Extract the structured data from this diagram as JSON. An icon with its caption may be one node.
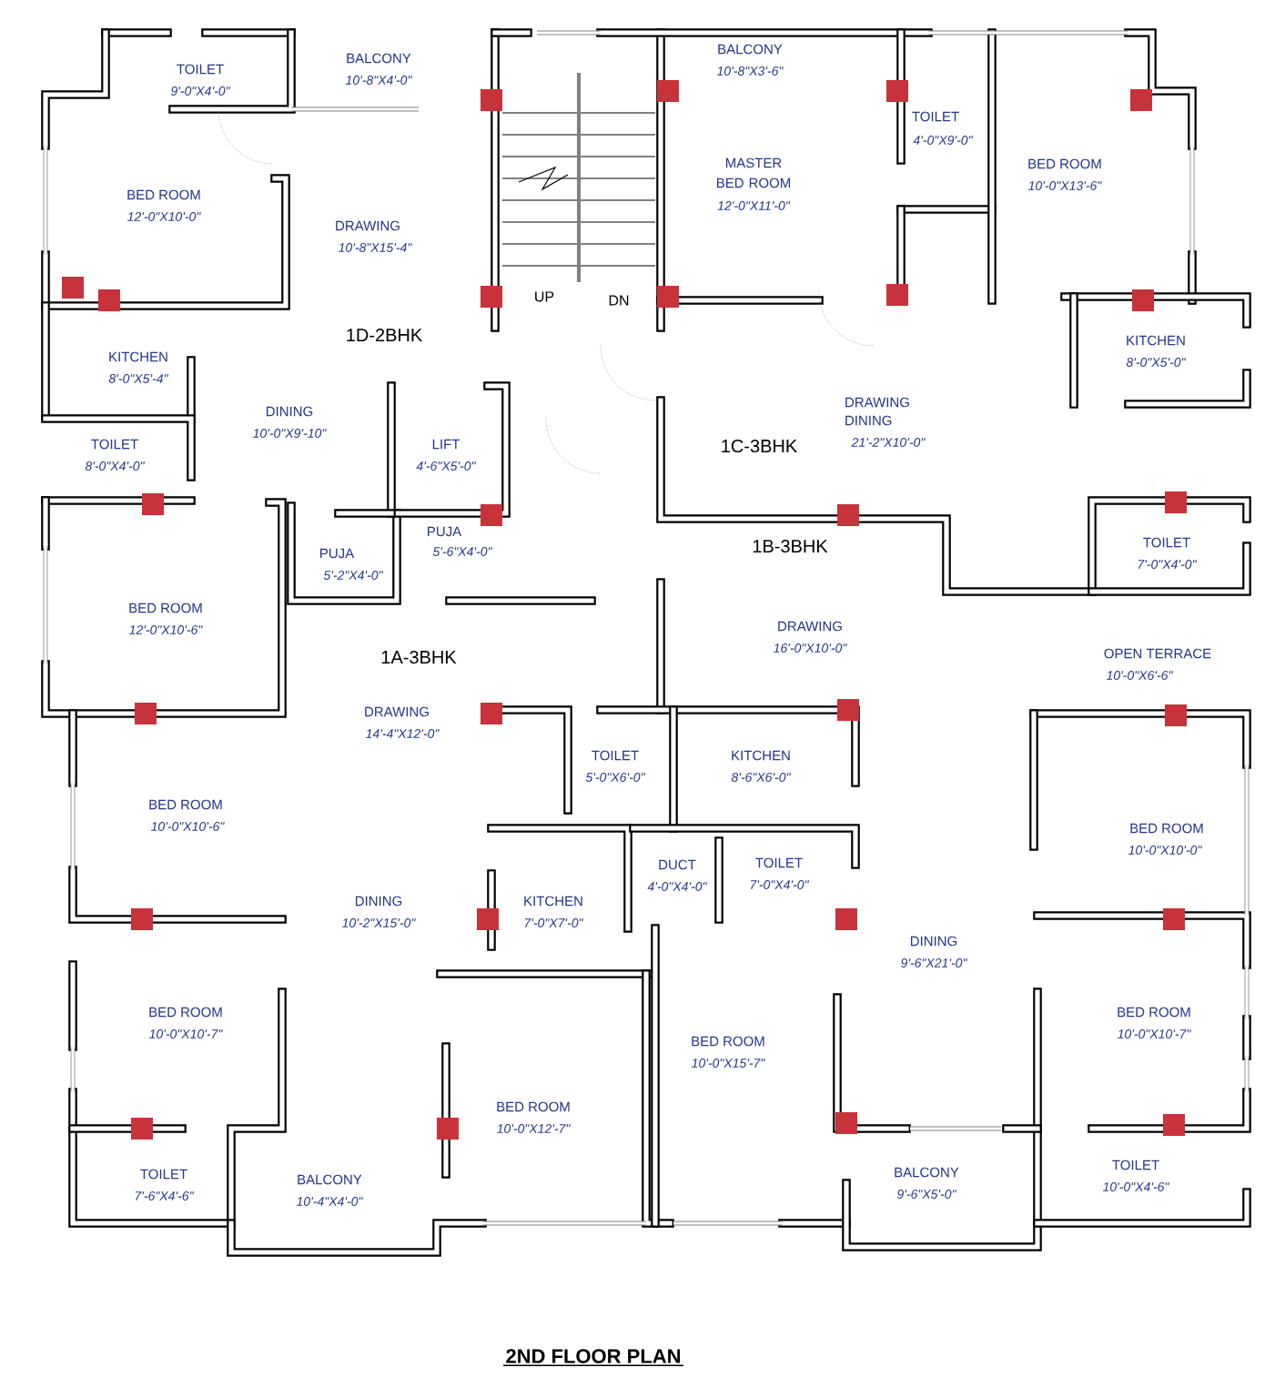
{
  "diagram": {
    "caption": "2ND FLOOR PLAN",
    "labels": [
      "TOILET",
      "9'-0\"X4'-0\"",
      "BALCONY",
      "10'-8\"X4'-0\"",
      "BALCONY",
      "10'-8\"X3'-6\"",
      "TOILET",
      "4'-0\"X9'-0\"",
      "BED ROOM",
      "10'-0\"X13'-6\"",
      "BED ROOM",
      "12'-0\"X10'-0\"",
      "MASTER BED ROOM",
      "12'-0\"X11'-0\"",
      "DRAWING",
      "10'-8\"X15'-4\"",
      "UP",
      "DN",
      "1D-2BHK",
      "KITCHEN",
      "8'-0\"X5'-0\"",
      "KITCHEN",
      "8'-0\"X5'-4\"",
      "DRAWING DINING",
      "21'-2\"X10'-0\"",
      "DINING",
      "10'-0\"X9'-10\"",
      "LIFT",
      "4'-6\"X5'-0\"",
      "TOILET",
      "8'-0\"X4'-0\"",
      "1C-3BHK",
      "PUJA",
      "5'-6\"X4'-0\"",
      "1B-3BHK",
      "TOILET",
      "7'-0\"X4'-0\"",
      "PUJA",
      "5'-2\"X4'-0\"",
      "BED ROOM",
      "12'-0\"X10'-6\"",
      "DRAWING",
      "16'-0\"X10'-0\"",
      "1A-3BHK",
      "OPEN TERRACE",
      "10'-0\"X6'-6\"",
      "DRAWING",
      "14'-4\"X12'-0\"",
      "TOILET",
      "5'-0\"X6'-0\"",
      "KITCHEN",
      "8'-6\"X6'-0\"",
      "BED ROOM",
      "10'-0\"X10'-6\"",
      "BED ROOM",
      "10'-0\"X10'-0\"",
      "TOILET",
      "7'-0\"X4'-0\"",
      "DUCT",
      "4'-0\"X4'-0\"",
      "DINING",
      "10'-2\"X15'-0\"",
      "KITCHEN",
      "7'-0\"X7'-0\"",
      "DINING",
      "9'-6\"X21'-0\"",
      "BED ROOM",
      "10'-0\"X10'-7\"",
      "BED ROOM",
      "10'-0\"X10'-7\"",
      "BED ROOM",
      "10'-0\"X15'-7\"",
      "BED ROOM",
      "10'-0\"X12'-7\"",
      "TOILET",
      "7'-6\"X4'-6\"",
      "BALCONY",
      "10'-4\"X4'-0\"",
      "BALCONY",
      "9'-6\"X5'-0\"",
      "TOILET",
      "10'-0\"X4'-6\""
    ]
  }
}
